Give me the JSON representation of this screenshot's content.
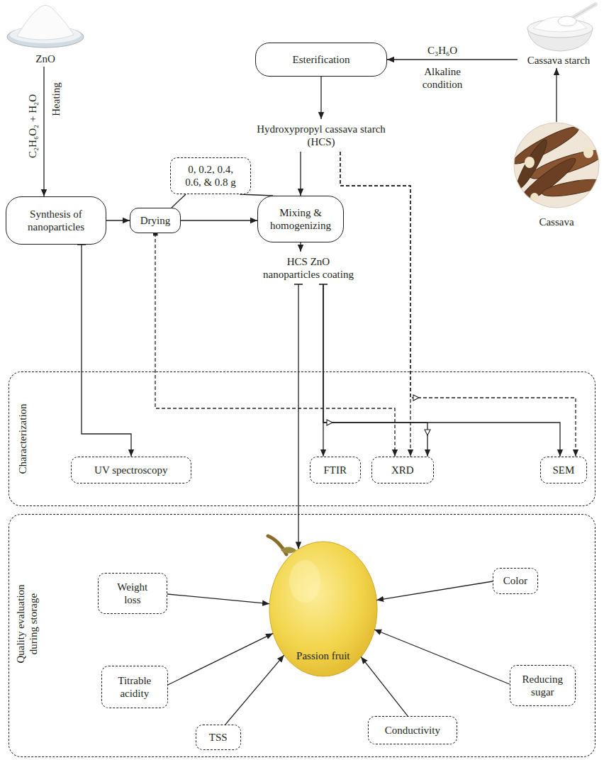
{
  "diagram": {
    "nodes": [
      {
        "text": [
          "ZnO"
        ]
      },
      {
        "text": [
          "Esterification"
        ]
      },
      {
        "text": [
          "Cassava starch"
        ]
      },
      {
        "text": [
          "Cassava"
        ]
      },
      {
        "text": [
          "Hydroxypropyl cassava starch (HCS)"
        ]
      },
      {
        "text": [
          "Synthesis of nanoparticles"
        ]
      },
      {
        "text": [
          "0, 0.2, 0.4, 0.6, & 0.8 g"
        ]
      },
      {
        "text": [
          "Drying"
        ]
      },
      {
        "text": [
          "Mixing & homogenizing"
        ]
      },
      {
        "text": [
          "HCS ZnO nanoparticles coating"
        ]
      },
      {
        "text": [
          "Characterization"
        ]
      },
      {
        "text": [
          "UV spectroscopy"
        ],
        "in": 10
      },
      {
        "text": [
          "FTIR"
        ],
        "in": 10
      },
      {
        "text": [
          "XRD"
        ],
        "in": 10
      },
      {
        "text": [
          "SEM"
        ],
        "in": 10
      },
      {
        "text": [
          "Quality evaluation during storage"
        ]
      },
      {
        "text": [
          "Weight loss"
        ],
        "in": 15
      },
      {
        "text": [
          "Color"
        ],
        "in": 15
      },
      {
        "text": [
          "Titrable acidity"
        ],
        "in": 15
      },
      {
        "text": [
          "Passion fruit"
        ],
        "in": 15
      },
      {
        "text": [
          "Reducing sugar"
        ],
        "in": 15
      },
      {
        "text": [
          "TSS"
        ],
        "in": 15
      },
      {
        "text": [
          "Conductivity"
        ],
        "in": 15
      }
    ],
    "edges": [
      {
        "from": 0,
        "to": 5,
        "arrow": "to"
      },
      {
        "from": 3,
        "to": 2,
        "arrow": "to"
      },
      {
        "from": 2,
        "to": 1,
        "arrow": "to"
      },
      {
        "from": 1,
        "to": 4,
        "arrow": "to"
      },
      {
        "from": 4,
        "to": 8,
        "arrow": "to"
      },
      {
        "from": 5,
        "to": 7,
        "arrow": "to"
      },
      {
        "from": 7,
        "to": 8,
        "arrow": "to"
      },
      {
        "from": 6,
        "to": 7,
        "arrow": "none"
      },
      {
        "from": 6,
        "to": 8,
        "arrow": "none"
      },
      {
        "from": 8,
        "to": 9,
        "arrow": "to"
      },
      {
        "from": 9,
        "to": 19,
        "arrow": "to"
      },
      {
        "from": 9,
        "to": 12,
        "arrow": "to"
      },
      {
        "from": 9,
        "to": 13,
        "arrow": "to"
      },
      {
        "from": 9,
        "to": 14,
        "arrow": "to"
      },
      {
        "from": 5,
        "to": 11,
        "arrow": "to"
      },
      {
        "from": 7,
        "to": 13,
        "arrow": "to"
      },
      {
        "from": 4,
        "to": 13,
        "arrow": "to"
      },
      {
        "from": 4,
        "to": 14,
        "arrow": "to"
      },
      {
        "from": 16,
        "to": 19,
        "arrow": "to"
      },
      {
        "from": 18,
        "to": 19,
        "arrow": "to"
      },
      {
        "from": 21,
        "to": 19,
        "arrow": "to"
      },
      {
        "from": 22,
        "to": 19,
        "arrow": "to"
      },
      {
        "from": 20,
        "to": 19,
        "arrow": "to"
      },
      {
        "from": 17,
        "to": 19,
        "arrow": "to"
      }
    ],
    "labels": [
      "C₂H₆O₂ + H₂O",
      "Heating",
      "C₃H₆O",
      "Alkaline condition"
    ]
  }
}
